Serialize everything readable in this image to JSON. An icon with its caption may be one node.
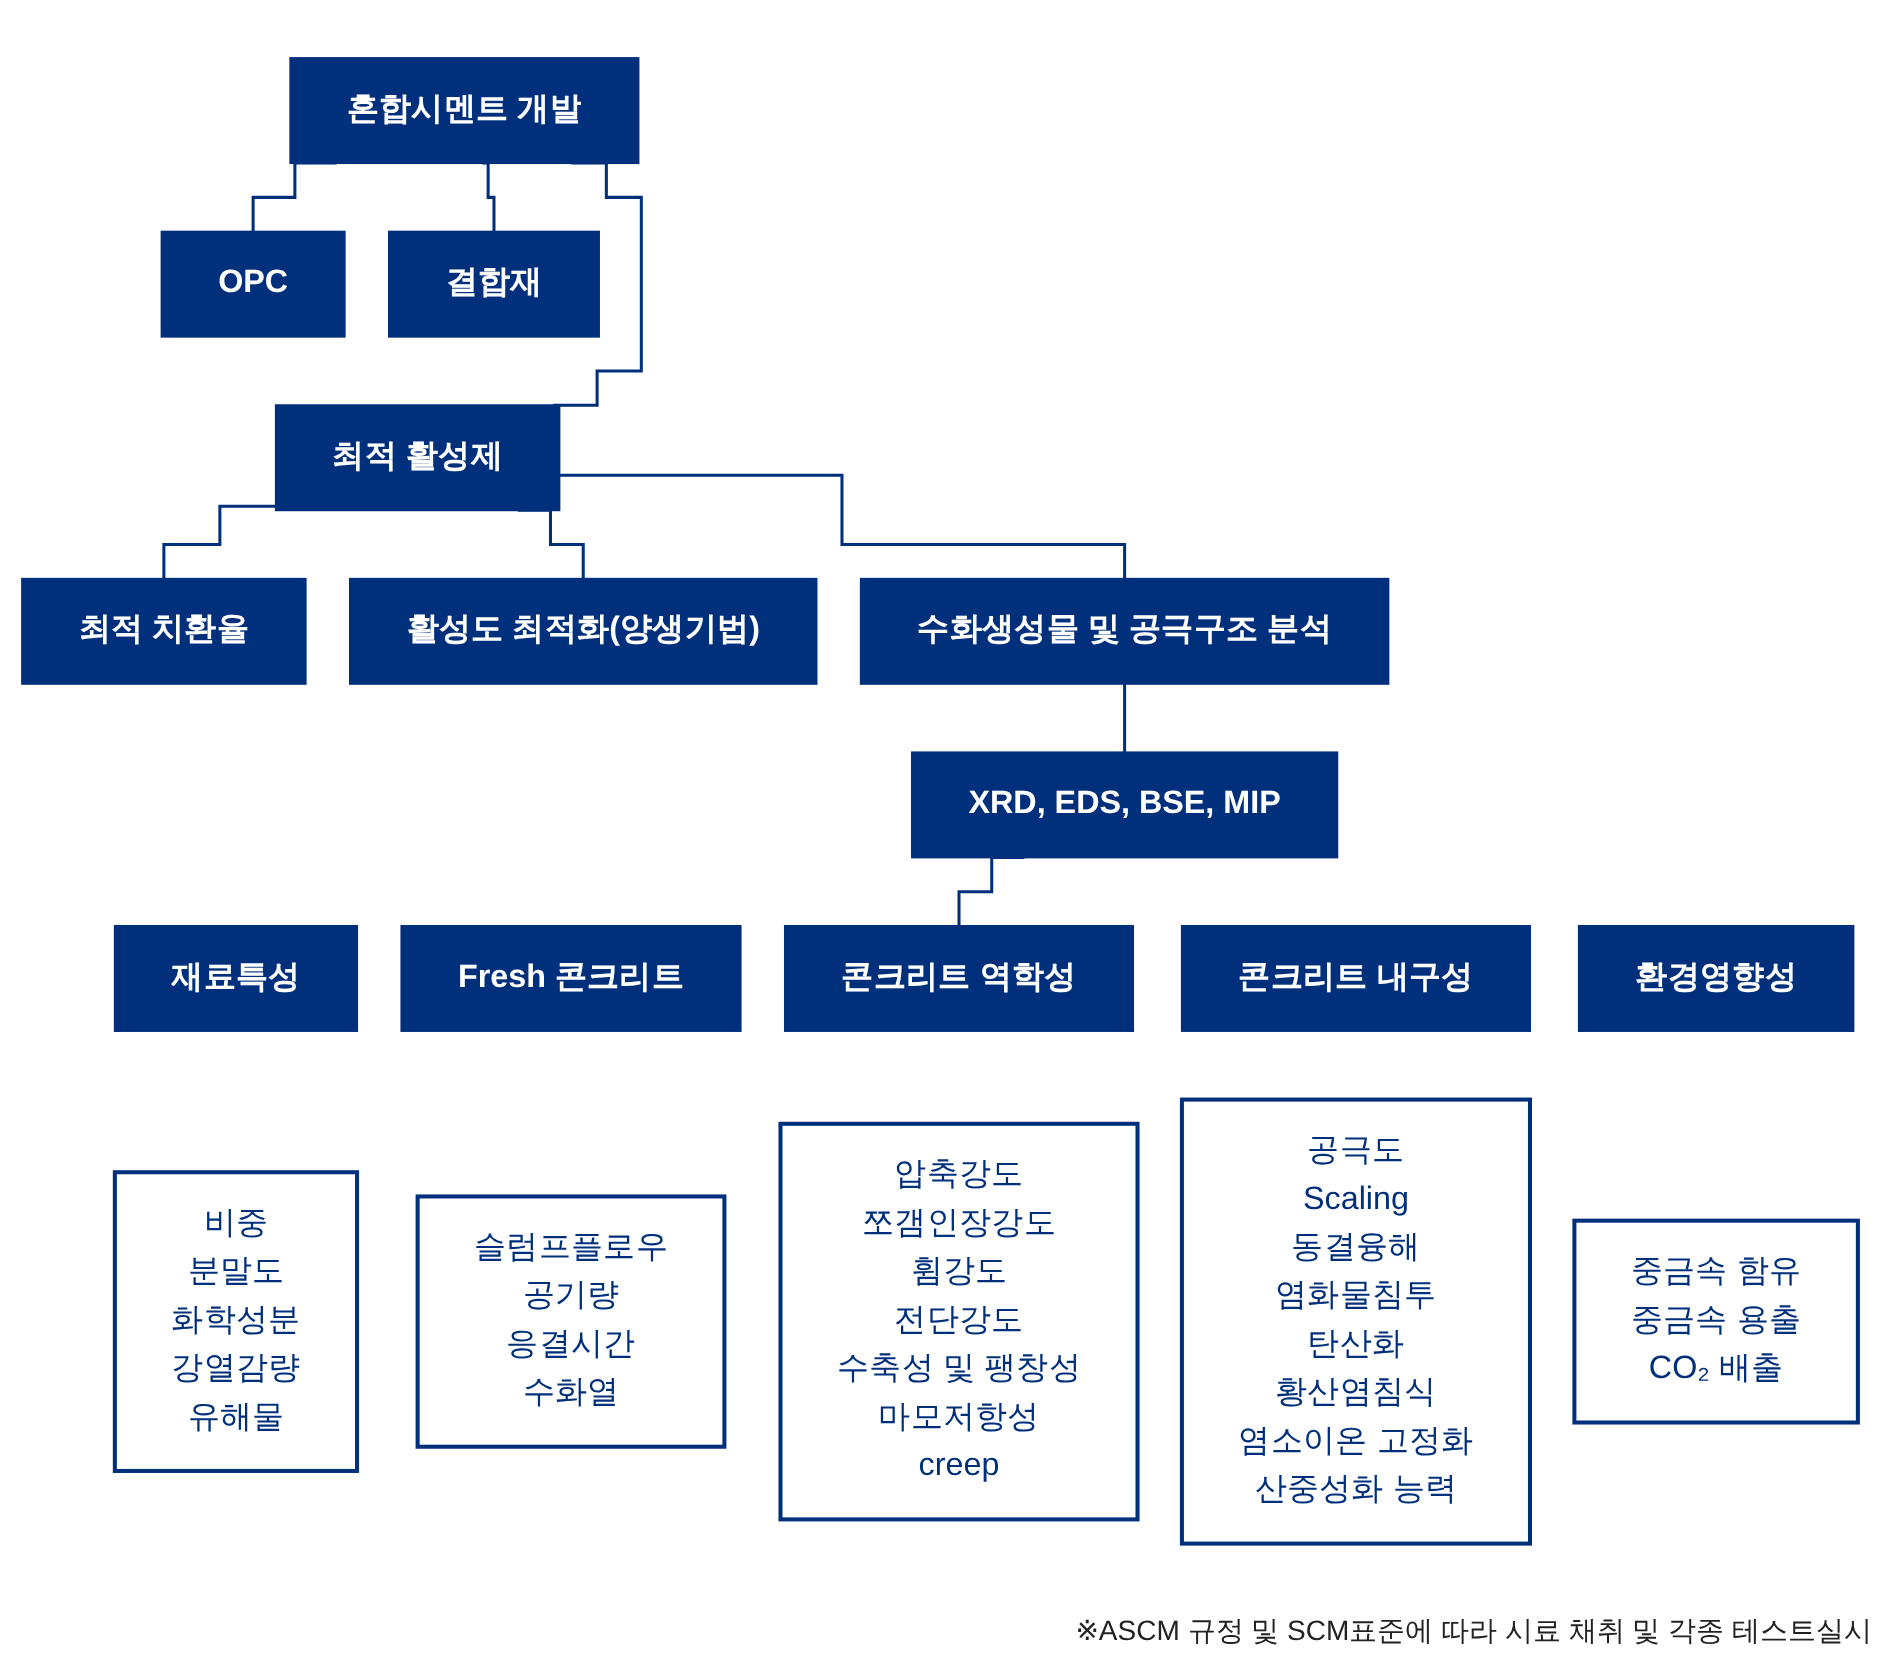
{
  "diagram": {
    "nodes": [
      {
        "text": [
          "혼합시멘트 개발"
        ]
      },
      {
        "text": [
          "OPC"
        ]
      },
      {
        "text": [
          "결합재"
        ]
      },
      {
        "text": [
          "최적 치환율"
        ]
      },
      {
        "text": [
          "최적 활성제"
        ]
      },
      {
        "text": [
          "활성도 최적화(양생기법)"
        ]
      },
      {
        "text": [
          "수화생성물 및 공극구조 분석"
        ]
      },
      {
        "text": [
          "XRD, EDS, BSE, MIP"
        ]
      },
      {
        "text": [
          "재료특성"
        ]
      },
      {
        "text": [
          "Fresh 콘크리트"
        ]
      },
      {
        "text": [
          "콘크리트 역학성"
        ]
      },
      {
        "text": [
          "콘크리트 내구성"
        ]
      },
      {
        "text": [
          "환경영향성"
        ]
      },
      {
        "text": [
          "비중",
          "분말도",
          "화학성분",
          "강열감량",
          "유해물"
        ]
      },
      {
        "text": [
          "슬럼프플로우",
          "공기량",
          "응결시간",
          "수화열"
        ]
      },
      {
        "text": [
          "압축강도",
          "쪼갬인장강도",
          "휨강도",
          "전단강도",
          "수축성 및 팽창성",
          "마모저항성",
          "creep"
        ]
      },
      {
        "text": [
          "공극도",
          "Scaling",
          "동결융해",
          "염화물침투",
          "탄산화",
          "황산염침식",
          "염소이온 고정화",
          "산중성화 능력"
        ]
      },
      {
        "text": [
          "중금속 함유",
          "중금속 용출",
          "CO₂ 배출"
        ]
      }
    ],
    "edges": [
      {
        "from": 0,
        "to": 1,
        "arrow": "none"
      },
      {
        "from": 0,
        "to": 2,
        "arrow": "none"
      },
      {
        "from": 0,
        "to": 4,
        "arrow": "none"
      },
      {
        "from": 4,
        "to": 3,
        "arrow": "none"
      },
      {
        "from": 4,
        "to": 6,
        "arrow": "none"
      },
      {
        "from": 4,
        "to": 5,
        "arrow": "none"
      },
      {
        "from": 6,
        "to": 7,
        "arrow": "none"
      },
      {
        "from": 7,
        "to": 10,
        "arrow": "none"
      }
    ],
    "labels": [
      "※ASCM 규정 및 SCM표준에 따라 시료 채취 및 각종 테스트실시"
    ]
  }
}
